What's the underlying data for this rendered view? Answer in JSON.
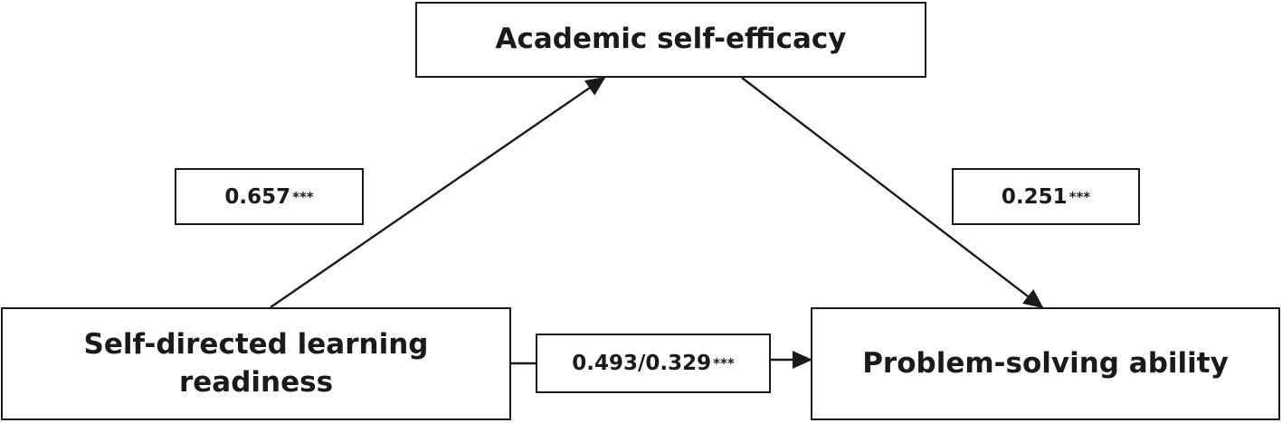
{
  "nodes": {
    "academic_self_efficacy": "Academic self-efficacy",
    "self_directed_line1": "Self-directed learning",
    "self_directed_line2": "readiness",
    "problem_solving": "Problem-solving ability"
  },
  "paths": {
    "sdl_to_ase": {
      "value": "0.657",
      "significance": "***"
    },
    "ase_to_psa": {
      "value": "0.251",
      "significance": "***"
    },
    "sdl_to_psa": {
      "value": "0.493/0.329",
      "significance": "***"
    }
  }
}
